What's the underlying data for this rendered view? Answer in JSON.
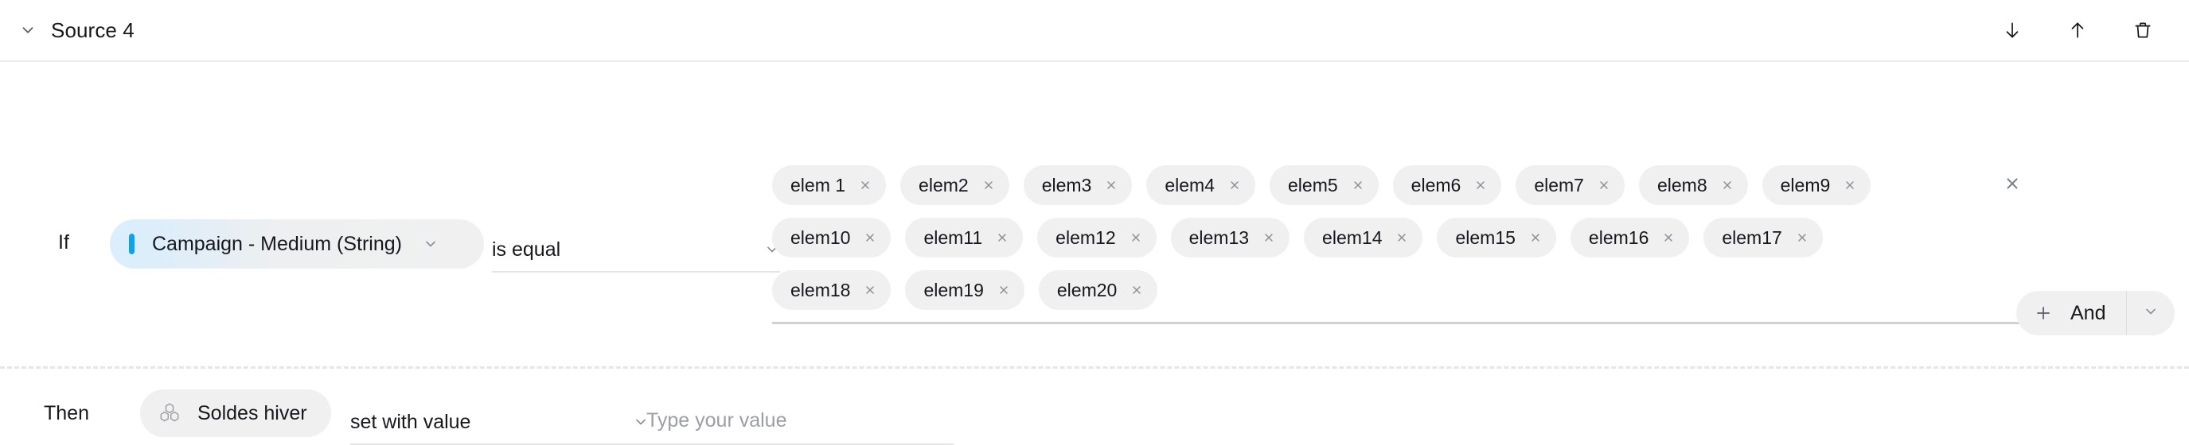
{
  "header": {
    "title": "Source 4",
    "collapse_icon": "chevron-down-icon",
    "actions": [
      {
        "name": "move-down-button",
        "icon": "arrow-down-icon"
      },
      {
        "name": "move-up-button",
        "icon": "arrow-up-icon"
      },
      {
        "name": "delete-button",
        "icon": "trash-icon"
      }
    ]
  },
  "condition": {
    "if_label": "If",
    "field": {
      "label": "Campaign - Medium (String)",
      "accent_color": "#14a0e8",
      "caret_icon": "chevron-down-icon"
    },
    "operator": {
      "value": "is equal",
      "caret_icon": "chevron-down-icon"
    },
    "values": [
      "elem 1",
      "elem2",
      "elem3",
      "elem4",
      "elem5",
      "elem6",
      "elem7",
      "elem8",
      "elem9",
      "elem10",
      "elem11",
      "elem12",
      "elem13",
      "elem14",
      "elem15",
      "elem16",
      "elem17",
      "elem18",
      "elem19",
      "elem20"
    ],
    "chip_remove_icon": "close-icon",
    "clear_all_icon": "close-icon",
    "add_condition": {
      "plus_icon": "plus-icon",
      "label": "And",
      "caret_icon": "chevron-down-icon"
    }
  },
  "action": {
    "then_label": "Then",
    "segment": {
      "label": "Soldes hiver",
      "icon": "segment-hexagons-icon"
    },
    "operation": {
      "value": "set with value",
      "caret_icon": "chevron-down-icon"
    },
    "value_field": {
      "value": "",
      "placeholder": "Type your value"
    }
  },
  "colors": {
    "chip_bg": "#f0f0f1",
    "text": "#16181d",
    "muted_text": "#9b9ea6",
    "divider": "#ebebeb",
    "accent": "#14a0e8"
  }
}
